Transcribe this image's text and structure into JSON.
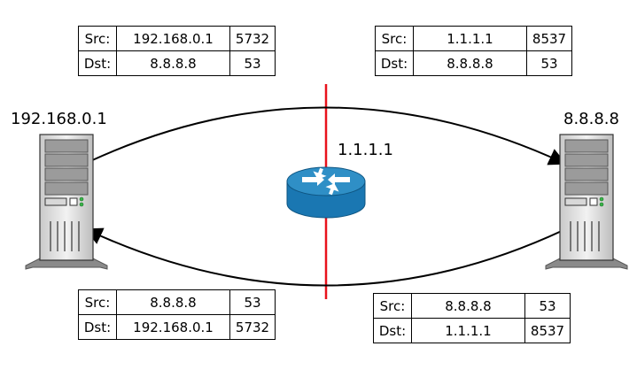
{
  "hosts": {
    "left": {
      "label": "192.168.0.1"
    },
    "right": {
      "label": "8.8.8.8"
    },
    "router": {
      "label": "1.1.1.1"
    }
  },
  "packets": {
    "top_left": {
      "src_key": "Src:",
      "src_ip": "192.168.0.1",
      "src_port": "5732",
      "dst_key": "Dst:",
      "dst_ip": "8.8.8.8",
      "dst_port": "53"
    },
    "top_right": {
      "src_key": "Src:",
      "src_ip": "1.1.1.1",
      "src_port": "8537",
      "dst_key": "Dst:",
      "dst_ip": "8.8.8.8",
      "dst_port": "53"
    },
    "bottom_left": {
      "src_key": "Src:",
      "src_ip": "8.8.8.8",
      "src_port": "53",
      "dst_key": "Dst:",
      "dst_ip": "192.168.0.1",
      "dst_port": "5732"
    },
    "bottom_right": {
      "src_key": "Src:",
      "src_ip": "8.8.8.8",
      "src_port": "53",
      "dst_key": "Dst:",
      "dst_ip": "1.1.1.1",
      "dst_port": "8537"
    }
  },
  "colors": {
    "boundary_line": "#e8121b",
    "router_top": "#2f8fc6",
    "router_side": "#1a77b2",
    "server_body": "#e8e8e8",
    "server_base": "#8a8a8a"
  },
  "icons": {
    "left_host": "server-tower-icon",
    "right_host": "server-tower-icon",
    "router": "router-icon"
  }
}
